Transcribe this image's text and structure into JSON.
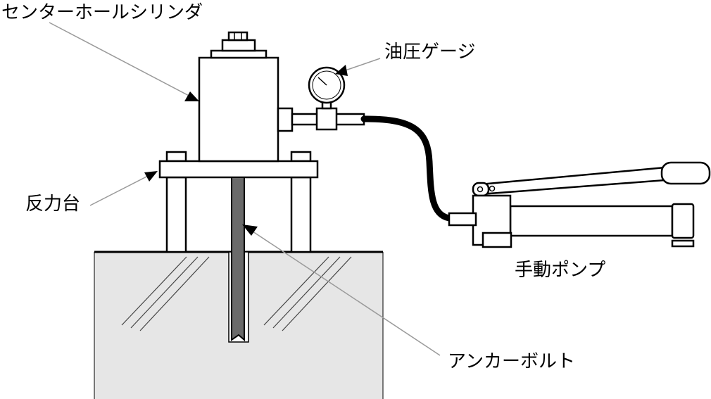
{
  "labels": {
    "center_hole_cylinder": "センターホールシリンダ",
    "oil_pressure_gauge": "油圧ゲージ",
    "reaction_stand": "反力台",
    "hand_pump": "手動ポンプ",
    "anchor_bolt": "アンカーボルト"
  },
  "colors": {
    "ground_fill": "#e6e6e6",
    "outline": "#000000",
    "bolt_fill": "#6a6a6a",
    "leader_line": "#9a9a9a"
  }
}
